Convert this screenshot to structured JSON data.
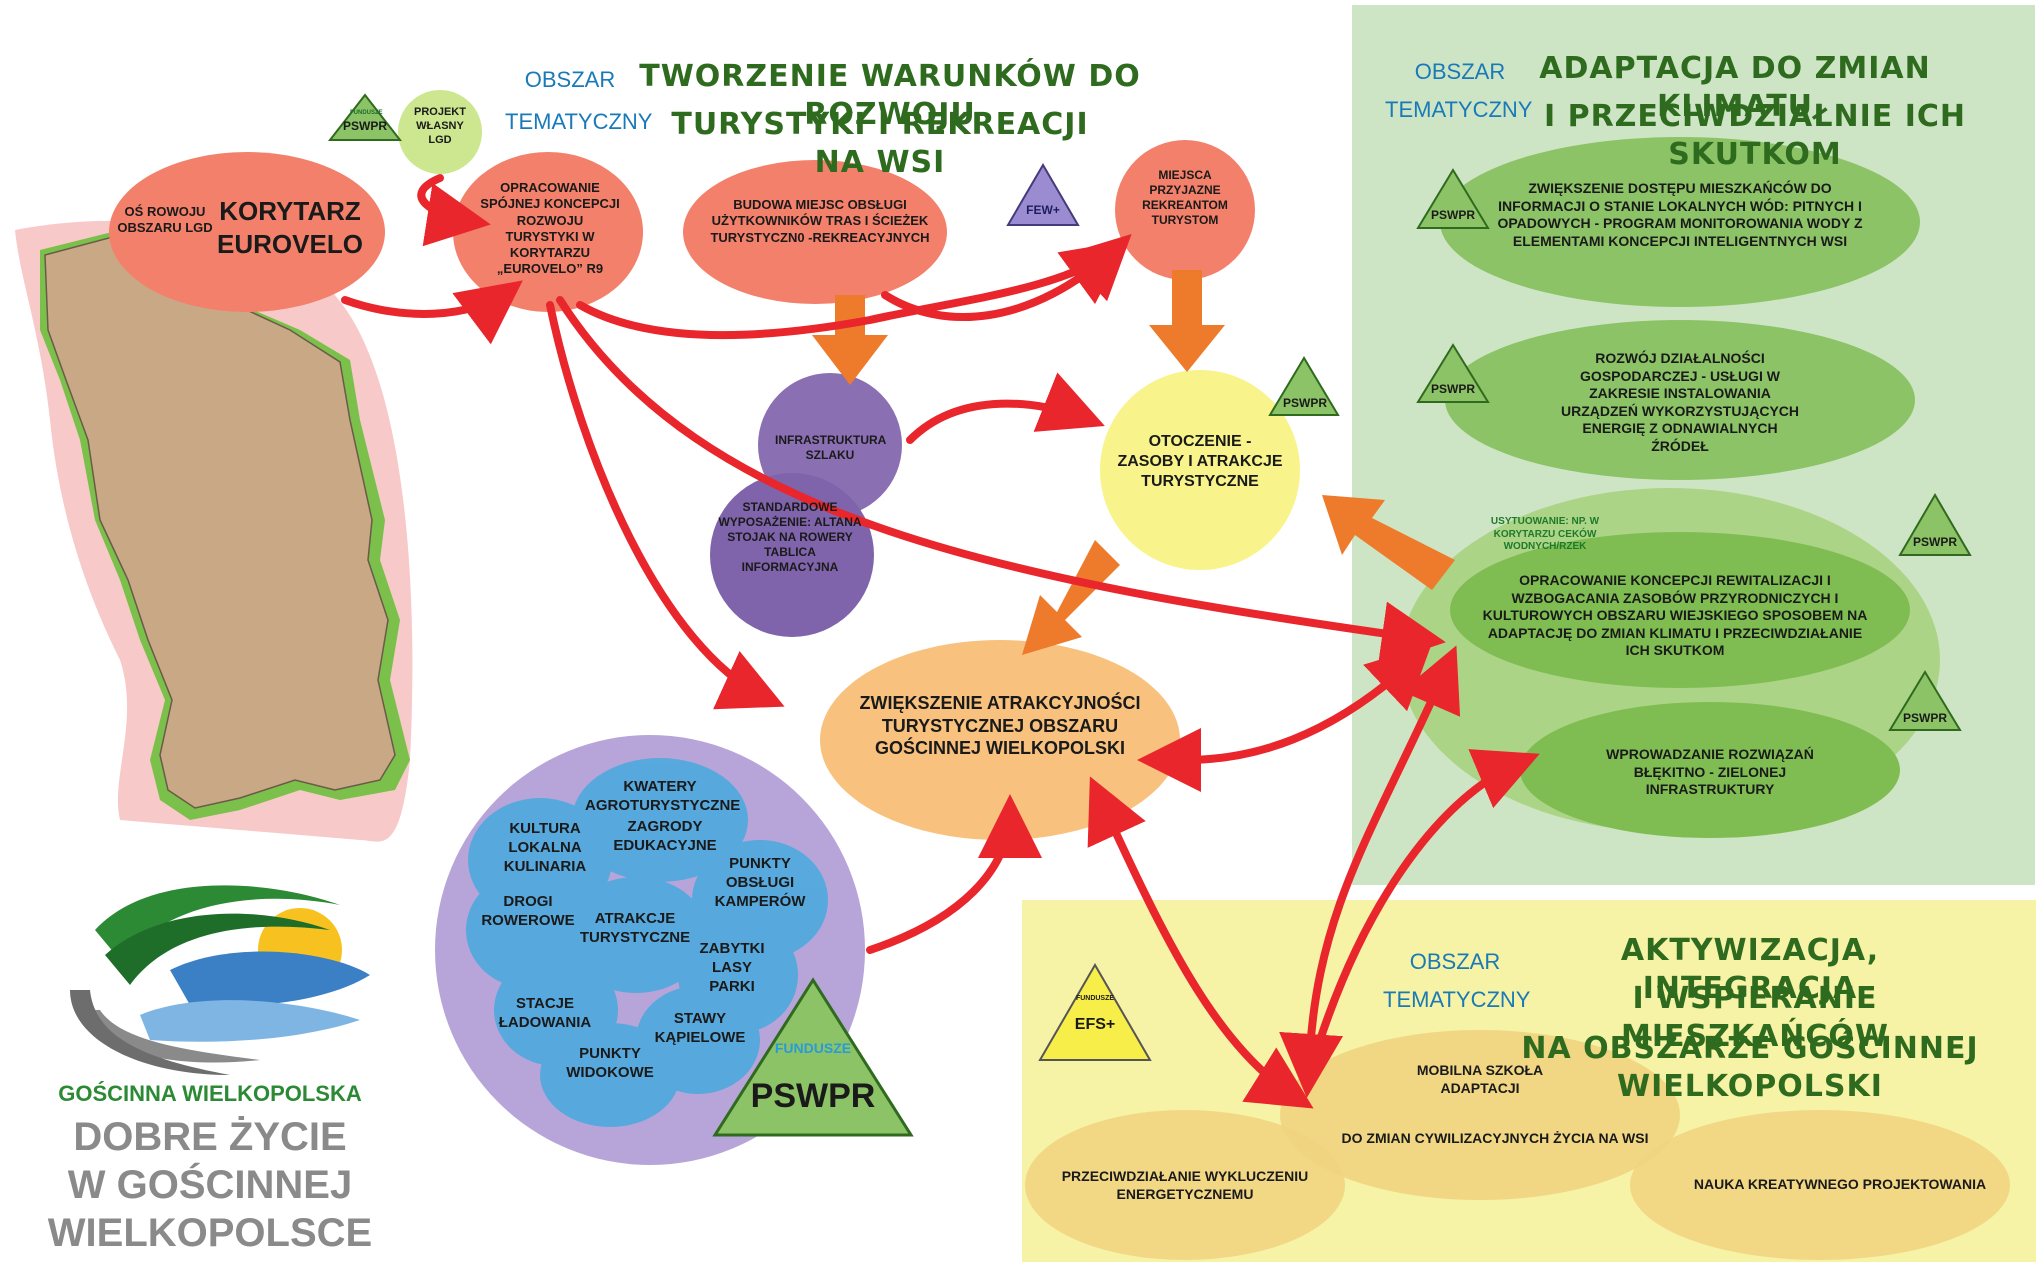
{
  "colors": {
    "red_arrow": "#e8262c",
    "orange_arrow": "#ee7a2c",
    "green_panel": "#c9e3c1",
    "yellow_panel": "#f5f0a4",
    "salmon": "#f3806a",
    "purple": "#8a6fb3",
    "cyan": "#5ab0df"
  },
  "corridor": {
    "axis_label": "OŚ ROWOJU OBSZARU LGD",
    "title": "KORYTARZ EUROVELO"
  },
  "project": {
    "label": "PROJEKT WŁASNY LGD"
  },
  "fund_small": "FUNDUSZE",
  "fund_pswpr": "PSWPR",
  "fund_few": "FEW+",
  "fund_efs": "EFS+",
  "area_tourism": {
    "tag_line1": "OBSZAR",
    "tag_line2": "TEMATYCZNY",
    "title_line1": "TWORZENIE WARUNKÓW DO ROZWOJU",
    "title_line2": "TURYSTYKI I REKREACJI NA WSI"
  },
  "area_climate": {
    "tag_line1": "OBSZAR",
    "tag_line2": "TEMATYCZNY",
    "title_line1": "ADAPTACJA DO ZMIAN KLIMATU",
    "title_line2": "I PRZECIWDZIAŁNIE ICH SKUTKOM"
  },
  "area_activation": {
    "tag_line1": "OBSZAR",
    "tag_line2": "TEMATYCZNY",
    "title_line1": "AKTYWIZACJA, INTEGRACJA",
    "title_line2": "I WSPIERANIE MIESZKAŃCÓW",
    "title_line3": "NA OBSZARZE GOŚCINNEJ WIELKOPOLSKI"
  },
  "nodes": {
    "concept": "OPRACOWANIE SPÓJNEJ KONCEPCJI ROZWOJU TURYSTYKI W KORYTARZU „EUROVELO” R9",
    "service_places": "BUDOWA MIEJSC OBSŁUGI UŻYTKOWNIKÓW TRAS I ŚCIEŻEK TURYSTYCZN0 -REKREACYJNYCH",
    "friendly_places": "MIEJSCA PRZYJAZNE REKREANTOM TURYSTOM",
    "trail_infra": "INFRASTRUKTURA SZLAKU",
    "standard_equipment": "STANDARDOWE WYPOSAŻENIE: ALTANA STOJAK NA ROWERY TABLICA INFORMACYJNA",
    "surroundings": "OTOCZENIE - ZASOBY I ATRAKCJE TURYSTYCZNE",
    "attractiveness": "ZWIĘKSZENIE ATRAKCYJNOŚCI TURYSTYCZNEJ OBSZARU GOŚCINNEJ WIELKOPOLSKI"
  },
  "cluster": [
    "KWATERY AGROTURYSTYCZNE",
    "ZAGRODY EDUKACYJNE",
    "KULTURA LOKALNA KULINARIA",
    "PUNKTY OBSŁUGI KAMPERÓW",
    "DROGI ROWEROWE",
    "ATRAKCJE TURYSTYCZNE",
    "ZABYTKI LASY PARKI",
    "STACJE ŁADOWANIA",
    "STAWY KĄPIELOWE",
    "PUNKTY WIDOKOWE"
  ],
  "climate_items": {
    "water": "ZWIĘKSZENIE DOSTĘPU MIESZKAŃCÓW DO INFORMACJI O STANIE LOKALNYCH WÓD: PITNYCH I OPADOWYCH - PROGRAM MONITOROWANIA WODY Z ELEMENTAMI KONCEPCJI INTELIGENTNYCH WSI",
    "energy": "ROZWÓJ DZIAŁALNOŚCI GOSPODARCZEJ - USŁUGI W ZAKRESIE INSTALOWANIA URZĄDZEŃ WYKORZYSTUJĄCYCH ENERGIĘ Z ODNAWIALNYCH ŹRÓDEŁ",
    "placement_note": "USYTUOWANIE: NP. W KORYTARZU CEKÓW WODNYCH/RZEK",
    "revitalization": "OPRACOWANIE KONCEPCJI REWITALIZACJI I WZBOGACANIA ZASOBÓW PRZYRODNICZYCH I KULTUROWYCH OBSZARU WIEJSKIEGO SPOSOBEM NA ADAPTACJĘ DO ZMIAN KLIMATU I PRZECIWDZIAŁANIE ICH SKUTKOM",
    "blue_green": "WPROWADZANIE ROZWIĄZAŃ BŁĘKITNO - ZIELONEJ INFRASTRUKTURY"
  },
  "activation_items": {
    "mobile_school_line1": "MOBILNA SZKOŁA ADAPTACJI",
    "mobile_school_line2": "DO ZMIAN CYWILIZACYJNYCH ŻYCIA NA WSI",
    "energy_exclusion": "PRZECIWDZIAŁANIE WYKLUCZENIU ENERGETYCZNEMU",
    "creative_design": "NAUKA KREATYWNEGO PROJEKTOWANIA"
  },
  "logo": {
    "org": "GOŚCINNA WIELKOPOLSKA",
    "slogan_line1": "DOBRE ŻYCIE",
    "slogan_line2": "W GOŚCINNEJ",
    "slogan_line3": "WIELKOPOLSCE"
  }
}
